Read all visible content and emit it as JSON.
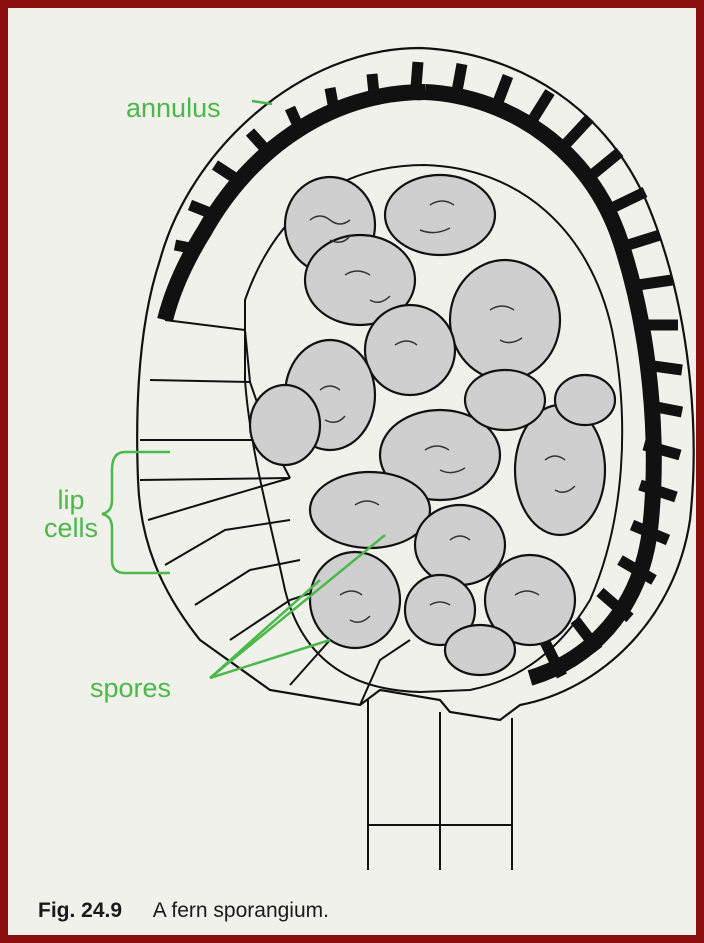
{
  "labels": {
    "annulus": "annulus",
    "lip_line1": "lip",
    "lip_line2": "cells",
    "spores": "spores"
  },
  "caption": {
    "fig_number": "Fig. 24.9",
    "text": "A fern sporangium."
  },
  "colors": {
    "label_green": "#4cb84a",
    "frame_red": "#8b0e0e",
    "paper": "#f1f1ec",
    "ink": "#111111"
  }
}
